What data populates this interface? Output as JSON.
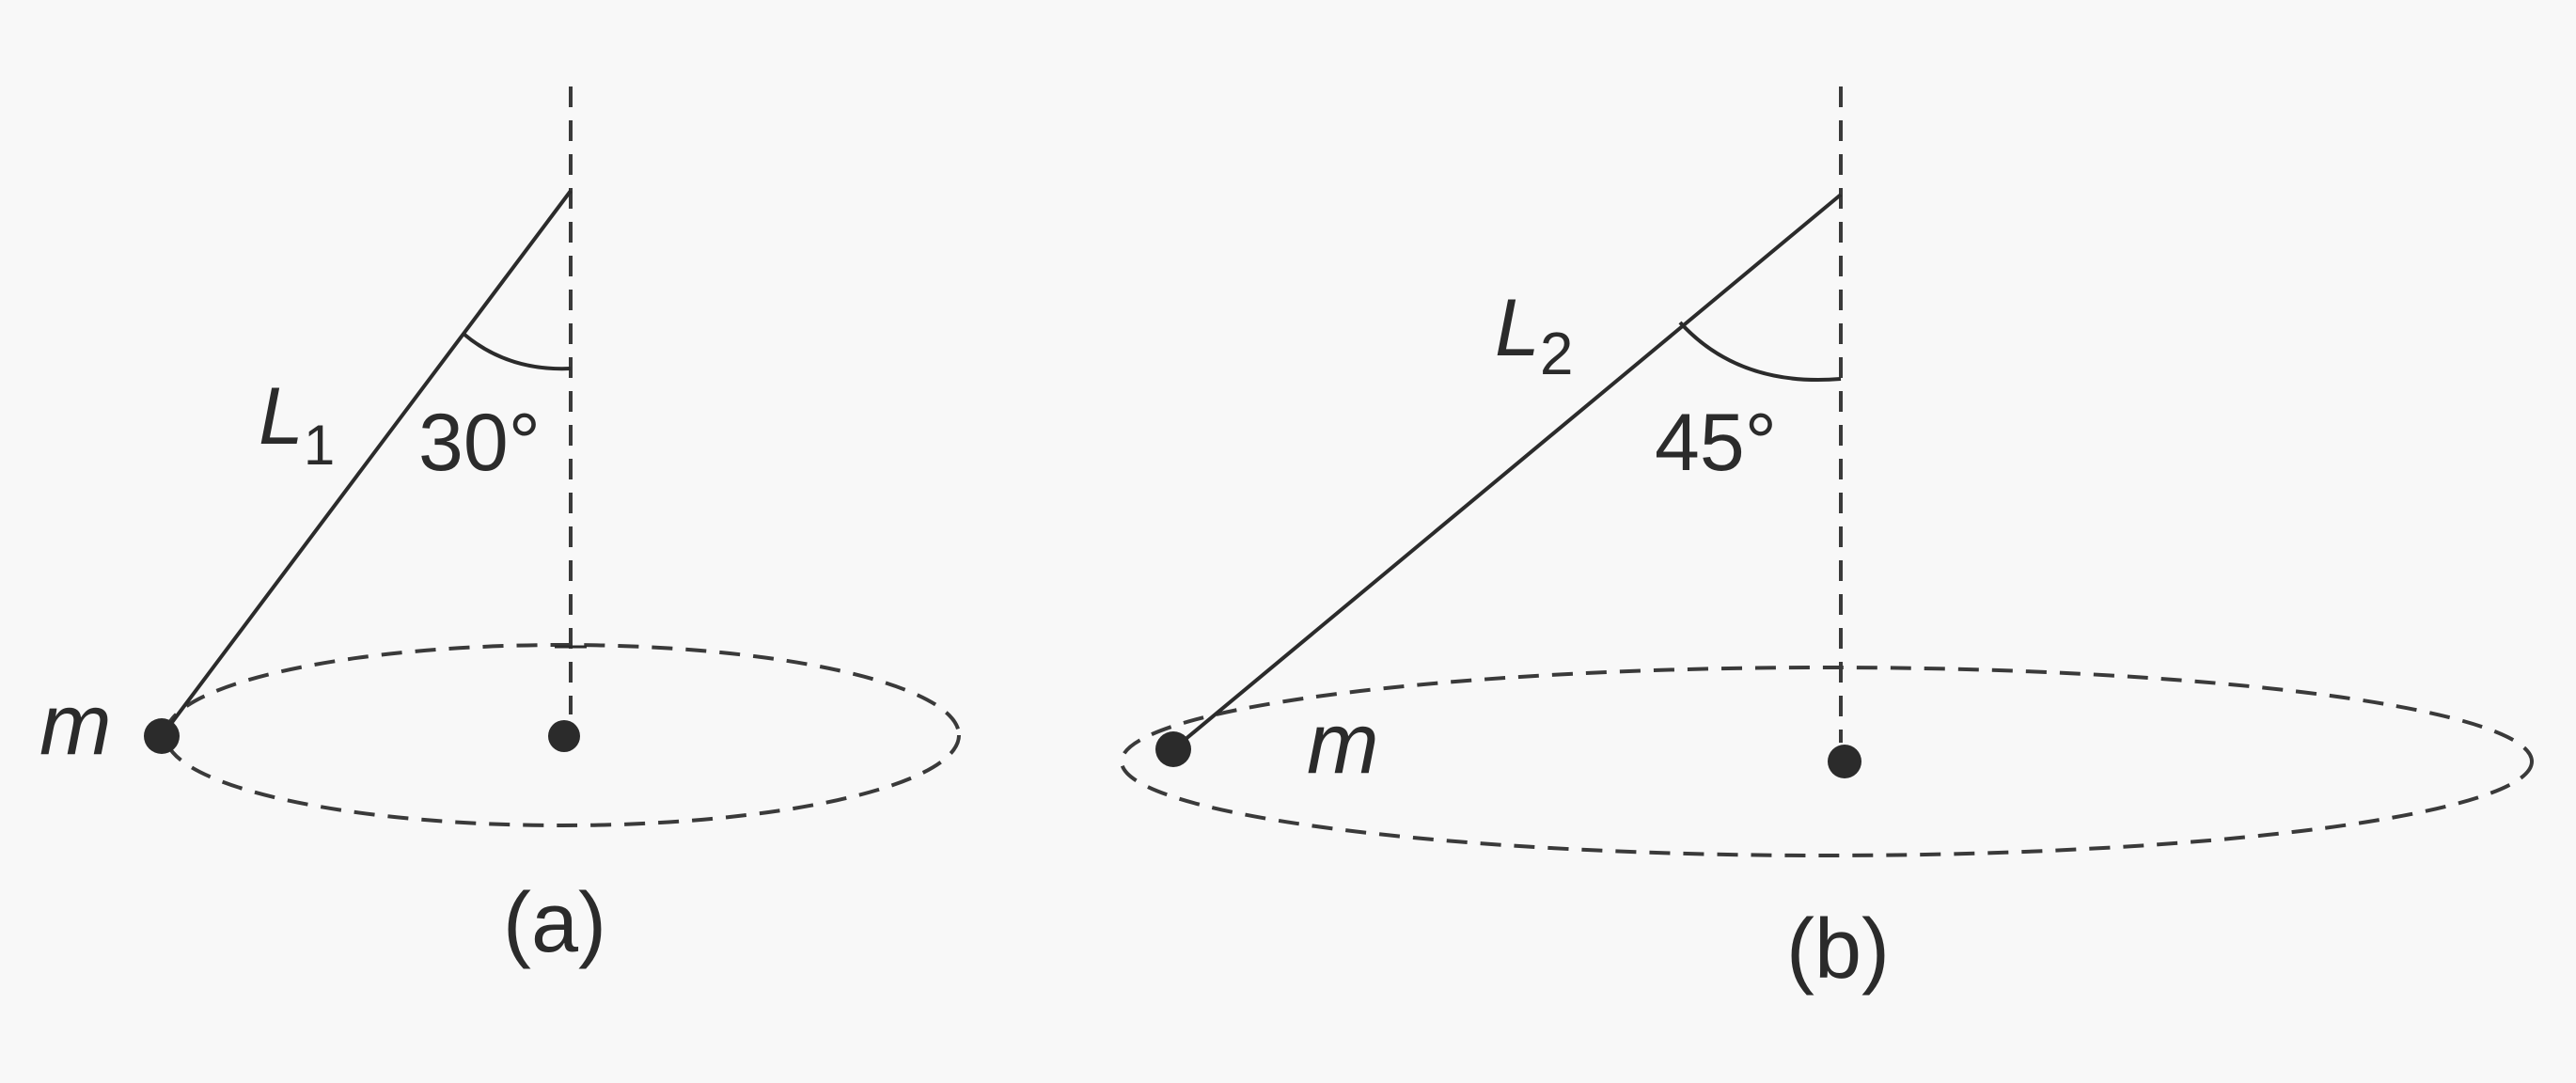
{
  "figure_a": {
    "length_label": "L",
    "length_subscript": "1",
    "angle_label": "30°",
    "mass_label": "m",
    "caption": "(a)"
  },
  "figure_b": {
    "length_label": "L",
    "length_subscript": "2",
    "angle_label": "45°",
    "mass_label": "m",
    "caption": "(b)"
  },
  "colors": {
    "ink": "#2b2b2b",
    "background": "#f8f8f8"
  }
}
